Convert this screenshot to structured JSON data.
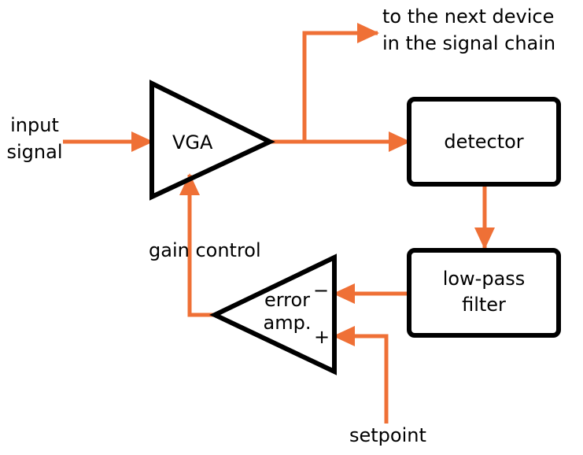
{
  "colors": {
    "wire": "#ef7036",
    "outline": "#000000",
    "background": "#ffffff"
  },
  "labels": {
    "output_line1": "to the next device",
    "output_line2": "in the signal chain",
    "input_line1": "input",
    "input_line2": "signal",
    "vga": "VGA",
    "detector": "detector",
    "lowpass_line1": "low-pass",
    "lowpass_line2": "filter",
    "gain_control": "gain control",
    "error_amp_line1": "error",
    "error_amp_line2": "amp.",
    "minus_sign": "−",
    "plus_sign": "+",
    "setpoint": "setpoint"
  }
}
